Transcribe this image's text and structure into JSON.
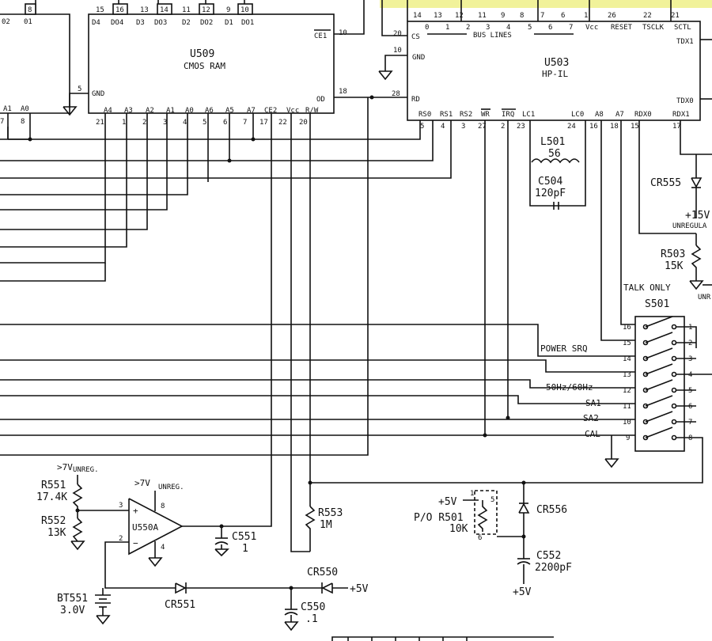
{
  "chips": {
    "left_pins_top": [
      "02",
      "01"
    ],
    "left_pins_bottom": [
      "A1",
      "A0"
    ],
    "left_pin_nums": [
      "7",
      "8"
    ],
    "left_top_nums": [
      "8"
    ],
    "u509": {
      "ref": "U509",
      "name": "CMOS RAM",
      "top_nums": [
        "15",
        "16",
        "13",
        "14",
        "11",
        "12",
        "9",
        "10"
      ],
      "top_pins": [
        "D4",
        "DO4",
        "D3",
        "DO3",
        "D2",
        "DO2",
        "D1",
        "DO1"
      ],
      "bottom_pins": [
        "A4",
        "A3",
        "A2",
        "A1",
        "A0",
        "A6",
        "A5",
        "A7",
        "CE2",
        "Vcc",
        "R/W"
      ],
      "bottom_nums": [
        "21",
        "1",
        "2",
        "3",
        "4",
        "5",
        "6",
        "7",
        "17",
        "22",
        "20"
      ],
      "gnd": "GND",
      "gnd_num": "5",
      "ce1": "CE1",
      "ce1_num": "10",
      "od": "OD",
      "od_num": "18"
    },
    "u503": {
      "ref": "U503",
      "name": "HP-IL",
      "top_nums": [
        "14",
        "13",
        "12",
        "11",
        "9",
        "8",
        "7",
        "6",
        "1",
        "26",
        "22",
        "21"
      ],
      "top_pins": [
        "0",
        "1",
        "2",
        "3",
        "4",
        "5",
        "6",
        "7",
        "Vcc",
        "RESET",
        "TSCLK",
        "SCTL"
      ],
      "bus_label": "BUS LINES",
      "bottom_pins": [
        "RS0",
        "RS1",
        "RS2",
        "WR",
        "IRQ",
        "LC1",
        "LC0",
        "A8",
        "A7",
        "RDX0",
        "RDX1"
      ],
      "bottom_nums": [
        "5",
        "4",
        "3",
        "27",
        "2",
        "23",
        "24",
        "16",
        "18",
        "15",
        "17"
      ],
      "cs": "CS",
      "cs_num": "20",
      "gnd": "GND",
      "gnd_num": "10",
      "rd": "RD",
      "rd_num": "28",
      "tdx1": "TDX1",
      "tdx0": "TDX0"
    }
  },
  "components": {
    "l501": {
      "ref": "L501",
      "value": "56"
    },
    "c504": {
      "ref": "C504",
      "value": "120pF"
    },
    "cr555": {
      "ref": "CR555"
    },
    "plus15": {
      "volt": "+15V",
      "note": "UNREGULA"
    },
    "r503": {
      "ref": "R503",
      "value": "15K"
    },
    "talk_only": "TALK ONLY",
    "unr": "UNR",
    "s501": {
      "ref": "S501",
      "left_nums": [
        "16",
        "15",
        "14",
        "13",
        "12",
        "11",
        "10",
        "9"
      ],
      "right_nums": [
        "1",
        "2",
        "3",
        "4",
        "5",
        "6",
        "7",
        "8"
      ]
    },
    "switch_labels": [
      "POWER SRQ",
      "50Hz/60Hz",
      "SA1",
      "SA2",
      "CAL"
    ],
    "r551": {
      "ref": "R551",
      "value": "17.4K",
      "supply": ">7V",
      "supply_note": "UNREG."
    },
    "r552": {
      "ref": "R552",
      "value": "13K"
    },
    "u550": {
      "ref": "U550A",
      "supply": ">7V",
      "supply_note": "UNREG.",
      "pin_plus": "3",
      "pin_minus": "2",
      "pin_v": "8",
      "pin_gnd": "4",
      "plus_sign": "+",
      "minus_sign": "−"
    },
    "c551": {
      "ref": "C551",
      "value": "1"
    },
    "r553": {
      "ref": "R553",
      "value": "1M"
    },
    "cr550": {
      "ref": "CR550",
      "supply": "+5V"
    },
    "cr551": {
      "ref": "CR551"
    },
    "bt551": {
      "ref": "BT551",
      "value": "3.0V"
    },
    "c550": {
      "ref": "C550",
      "value": ".1"
    },
    "r501": {
      "supply": "+5V",
      "ref": "P/O R501",
      "value": "10K",
      "pin_a": "1",
      "pin_b": "5",
      "pin_c": "6"
    },
    "cr556": {
      "ref": "CR556"
    },
    "c552": {
      "ref": "C552",
      "value": "2200pF",
      "supply": "+5V"
    }
  }
}
